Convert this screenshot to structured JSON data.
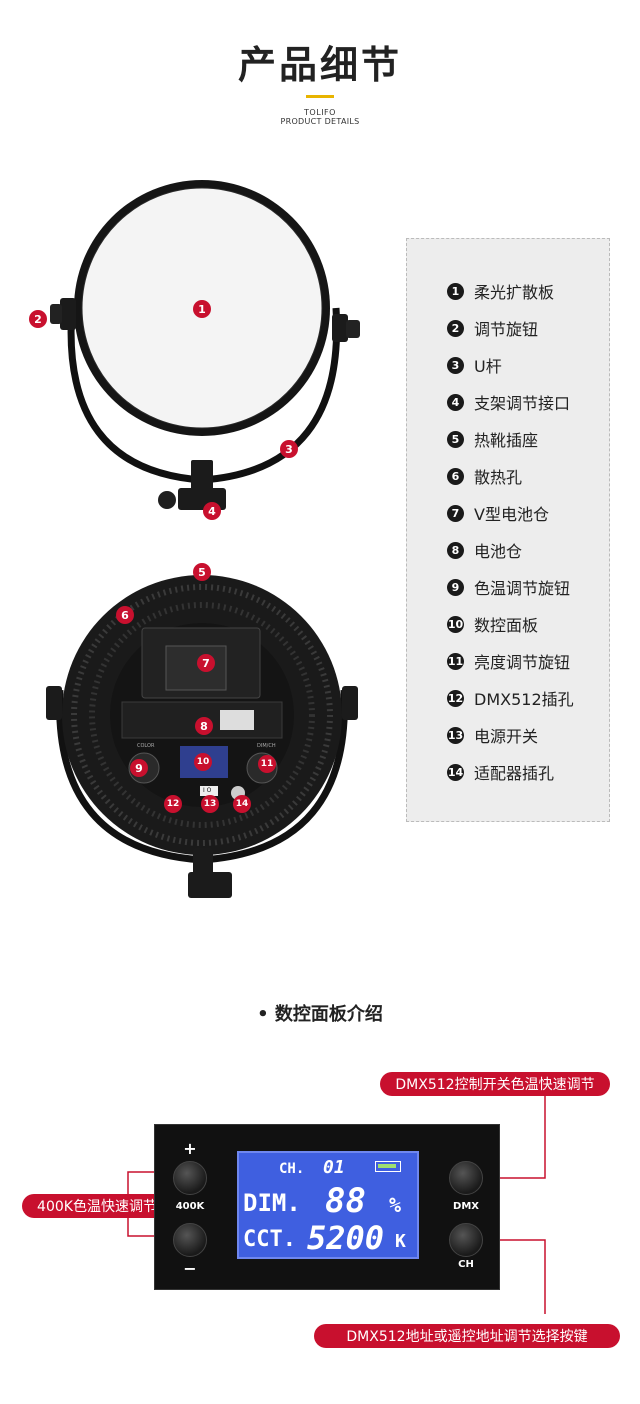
{
  "header": {
    "title": "产品细节",
    "brand": "TOLIFO",
    "subtitle": "PRODUCT DETAILS"
  },
  "legend": {
    "items": [
      {
        "num": "1",
        "label": "柔光扩散板"
      },
      {
        "num": "2",
        "label": "调节旋钮"
      },
      {
        "num": "3",
        "label": "U杆"
      },
      {
        "num": "4",
        "label": "支架调节接口"
      },
      {
        "num": "5",
        "label": "热靴插座"
      },
      {
        "num": "6",
        "label": "散热孔"
      },
      {
        "num": "7",
        "label": "V型电池仓"
      },
      {
        "num": "8",
        "label": "电池仓"
      },
      {
        "num": "9",
        "label": "色温调节旋钮"
      },
      {
        "num": "10",
        "label": "数控面板"
      },
      {
        "num": "11",
        "label": "亮度调节旋钮"
      },
      {
        "num": "12",
        "label": "DMX512插孔"
      },
      {
        "num": "13",
        "label": "电源开关"
      },
      {
        "num": "14",
        "label": "适配器插孔"
      }
    ]
  },
  "front_view": {
    "badges": [
      "1",
      "2",
      "3",
      "4"
    ]
  },
  "back_view": {
    "badges": [
      "5",
      "6",
      "7",
      "8",
      "9",
      "10",
      "11",
      "12",
      "13",
      "14"
    ],
    "knob_left_label": "COLOR",
    "knob_right_label": "DIM/CH",
    "switch_label": "I O"
  },
  "panel_section": {
    "title": "• 数控面板介绍",
    "callout_top": "DMX512控制开关色温快速调节",
    "callout_left": "400K色温快速调节",
    "callout_bottom": "DMX512地址或遥控地址调节选择按键",
    "plus_label": "+",
    "minus_label": "−",
    "k400_label": "400K",
    "dmx_label": "DMX",
    "ch_label": "CH",
    "lcd": {
      "ch_label": "CH.",
      "ch_value": "01",
      "dim_label": "DIM.",
      "dim_value": "88",
      "dim_unit": "%",
      "cct_label": "CCT.",
      "cct_value": "5200",
      "cct_unit": "K"
    }
  },
  "colors": {
    "accent_red": "#c8102e",
    "title_bar": "#e8b400",
    "lcd_blue": "#3f5fe0"
  }
}
